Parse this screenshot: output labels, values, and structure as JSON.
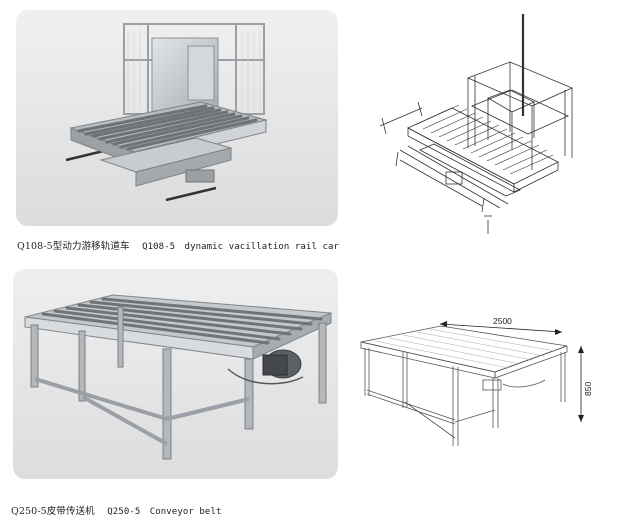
{
  "products": [
    {
      "caption_cn": "Q108-5型动力游移轨道车",
      "caption_code": "Q108-5",
      "caption_en": "dynamic vacillation rail car"
    },
    {
      "caption_cn": "Q250-5皮带传送机",
      "caption_code": "Q250-5",
      "caption_en": "Conveyor belt",
      "dim_width": "2500",
      "dim_height": "850"
    }
  ],
  "colors": {
    "photo_bg": "#e9e9e9",
    "metal": "#c4c8cc",
    "metal_dark": "#8d9297",
    "line": "#333333"
  }
}
